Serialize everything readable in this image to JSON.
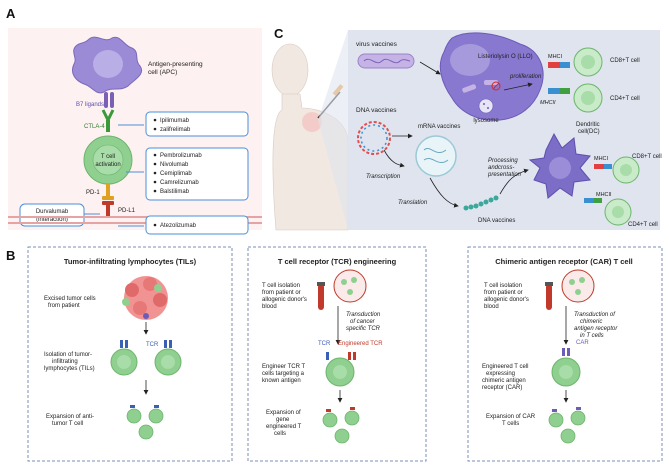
{
  "panel_a": {
    "letter": "A",
    "apc_label_1": "Antigen-presenting",
    "apc_label_2": "cell (APC)",
    "b7": "B7 ligands",
    "ctla4": "CTLA-4",
    "ctla4_drugs": [
      "Ipilimumab",
      "zalifrelimab"
    ],
    "tcell_1": "T cell",
    "tcell_2": "activation",
    "pd1_drugs": [
      "Pembrolizumab",
      "Nivolumab",
      "Cemiplimab",
      "Camrelizumab",
      "Balstilimab"
    ],
    "pd1": "PD-1",
    "pdl1": "PD-L1",
    "durva_1": "Durvalumab",
    "durva_2": "(interaction)",
    "pdl1_drugs": [
      "Atezolizumab"
    ]
  },
  "panel_b": {
    "letter": "B",
    "til": {
      "title": "Tumor-infiltrating lymphocytes (TILs)",
      "step1": [
        "Excised tumor cells",
        "from patient"
      ],
      "step2": [
        "Isolation of tumor-",
        "infiltrating",
        "lymphocytes (TILs)"
      ],
      "tcr": "TCR",
      "step3": [
        "Expansion of anti-",
        "tumor T cell"
      ]
    },
    "tcr_eng": {
      "title": "T cell receptor (TCR) engineering",
      "step1": [
        "T cell isolation",
        "from patient or",
        "allogenic donor's",
        "blood"
      ],
      "transduction": [
        "Transduction",
        "of cancer",
        "specific TCR"
      ],
      "tcr": "TCR",
      "engineered": "Engineered TCR",
      "step2": [
        "Engineer TCR T",
        "cells targeting a",
        "known antigen"
      ],
      "step3": [
        "Expansion of",
        "gene",
        "engineered T",
        "cells"
      ]
    },
    "car": {
      "title": "Chimeric antigen receptor (CAR) T cell",
      "step1": [
        "T cell isolation",
        "from patient or",
        "allogenic donor's",
        "blood"
      ],
      "transduction": [
        "Transduction of",
        "chimeric",
        "antigen receptor",
        "in T cells"
      ],
      "car": "CAR",
      "step2": [
        "Engineered T cell",
        "expressing",
        "chimeric antigen",
        "receptor (CAR)"
      ],
      "step3": [
        "Expansion of CAR",
        "T cells"
      ]
    }
  },
  "panel_c": {
    "letter": "C",
    "virus": "virus vaccines",
    "llo": "Listeriolysin O (LLO)",
    "proliferation": "proliferation",
    "lysosome": "lysosome",
    "mhc1_top": "MHCI",
    "mhc2_top": "MHCII",
    "cd8_top": "CD8+T cell",
    "cd4_top": "CD4+T cell",
    "dna_top": "DNA vaccines",
    "mrna": "mRNA vaccines",
    "transcription": "Transcription",
    "translation": "Translation",
    "dna_bottom": "DNA vaccines",
    "processing_1": "Processing",
    "processing_2": "andcross-",
    "processing_3": "presentation",
    "dc_1": "Dendritic",
    "dc_2": "cell(DC)",
    "mhc1_bot": "MHCI",
    "mhc2_bot": "MHCII",
    "cd8_bot": "CD8+T cell",
    "cd4_bot": "CD4+T cell"
  },
  "colors": {
    "panel_a_bg": "#fdf1f1",
    "apc": "#9b8ad6",
    "tcell": "#8fcf8f",
    "box_border": "#4a8fd9",
    "dashed_border": "#7a8fb8",
    "panel_c_bg": "#dfe4ee",
    "cell_purple": "#7c6dc7"
  }
}
